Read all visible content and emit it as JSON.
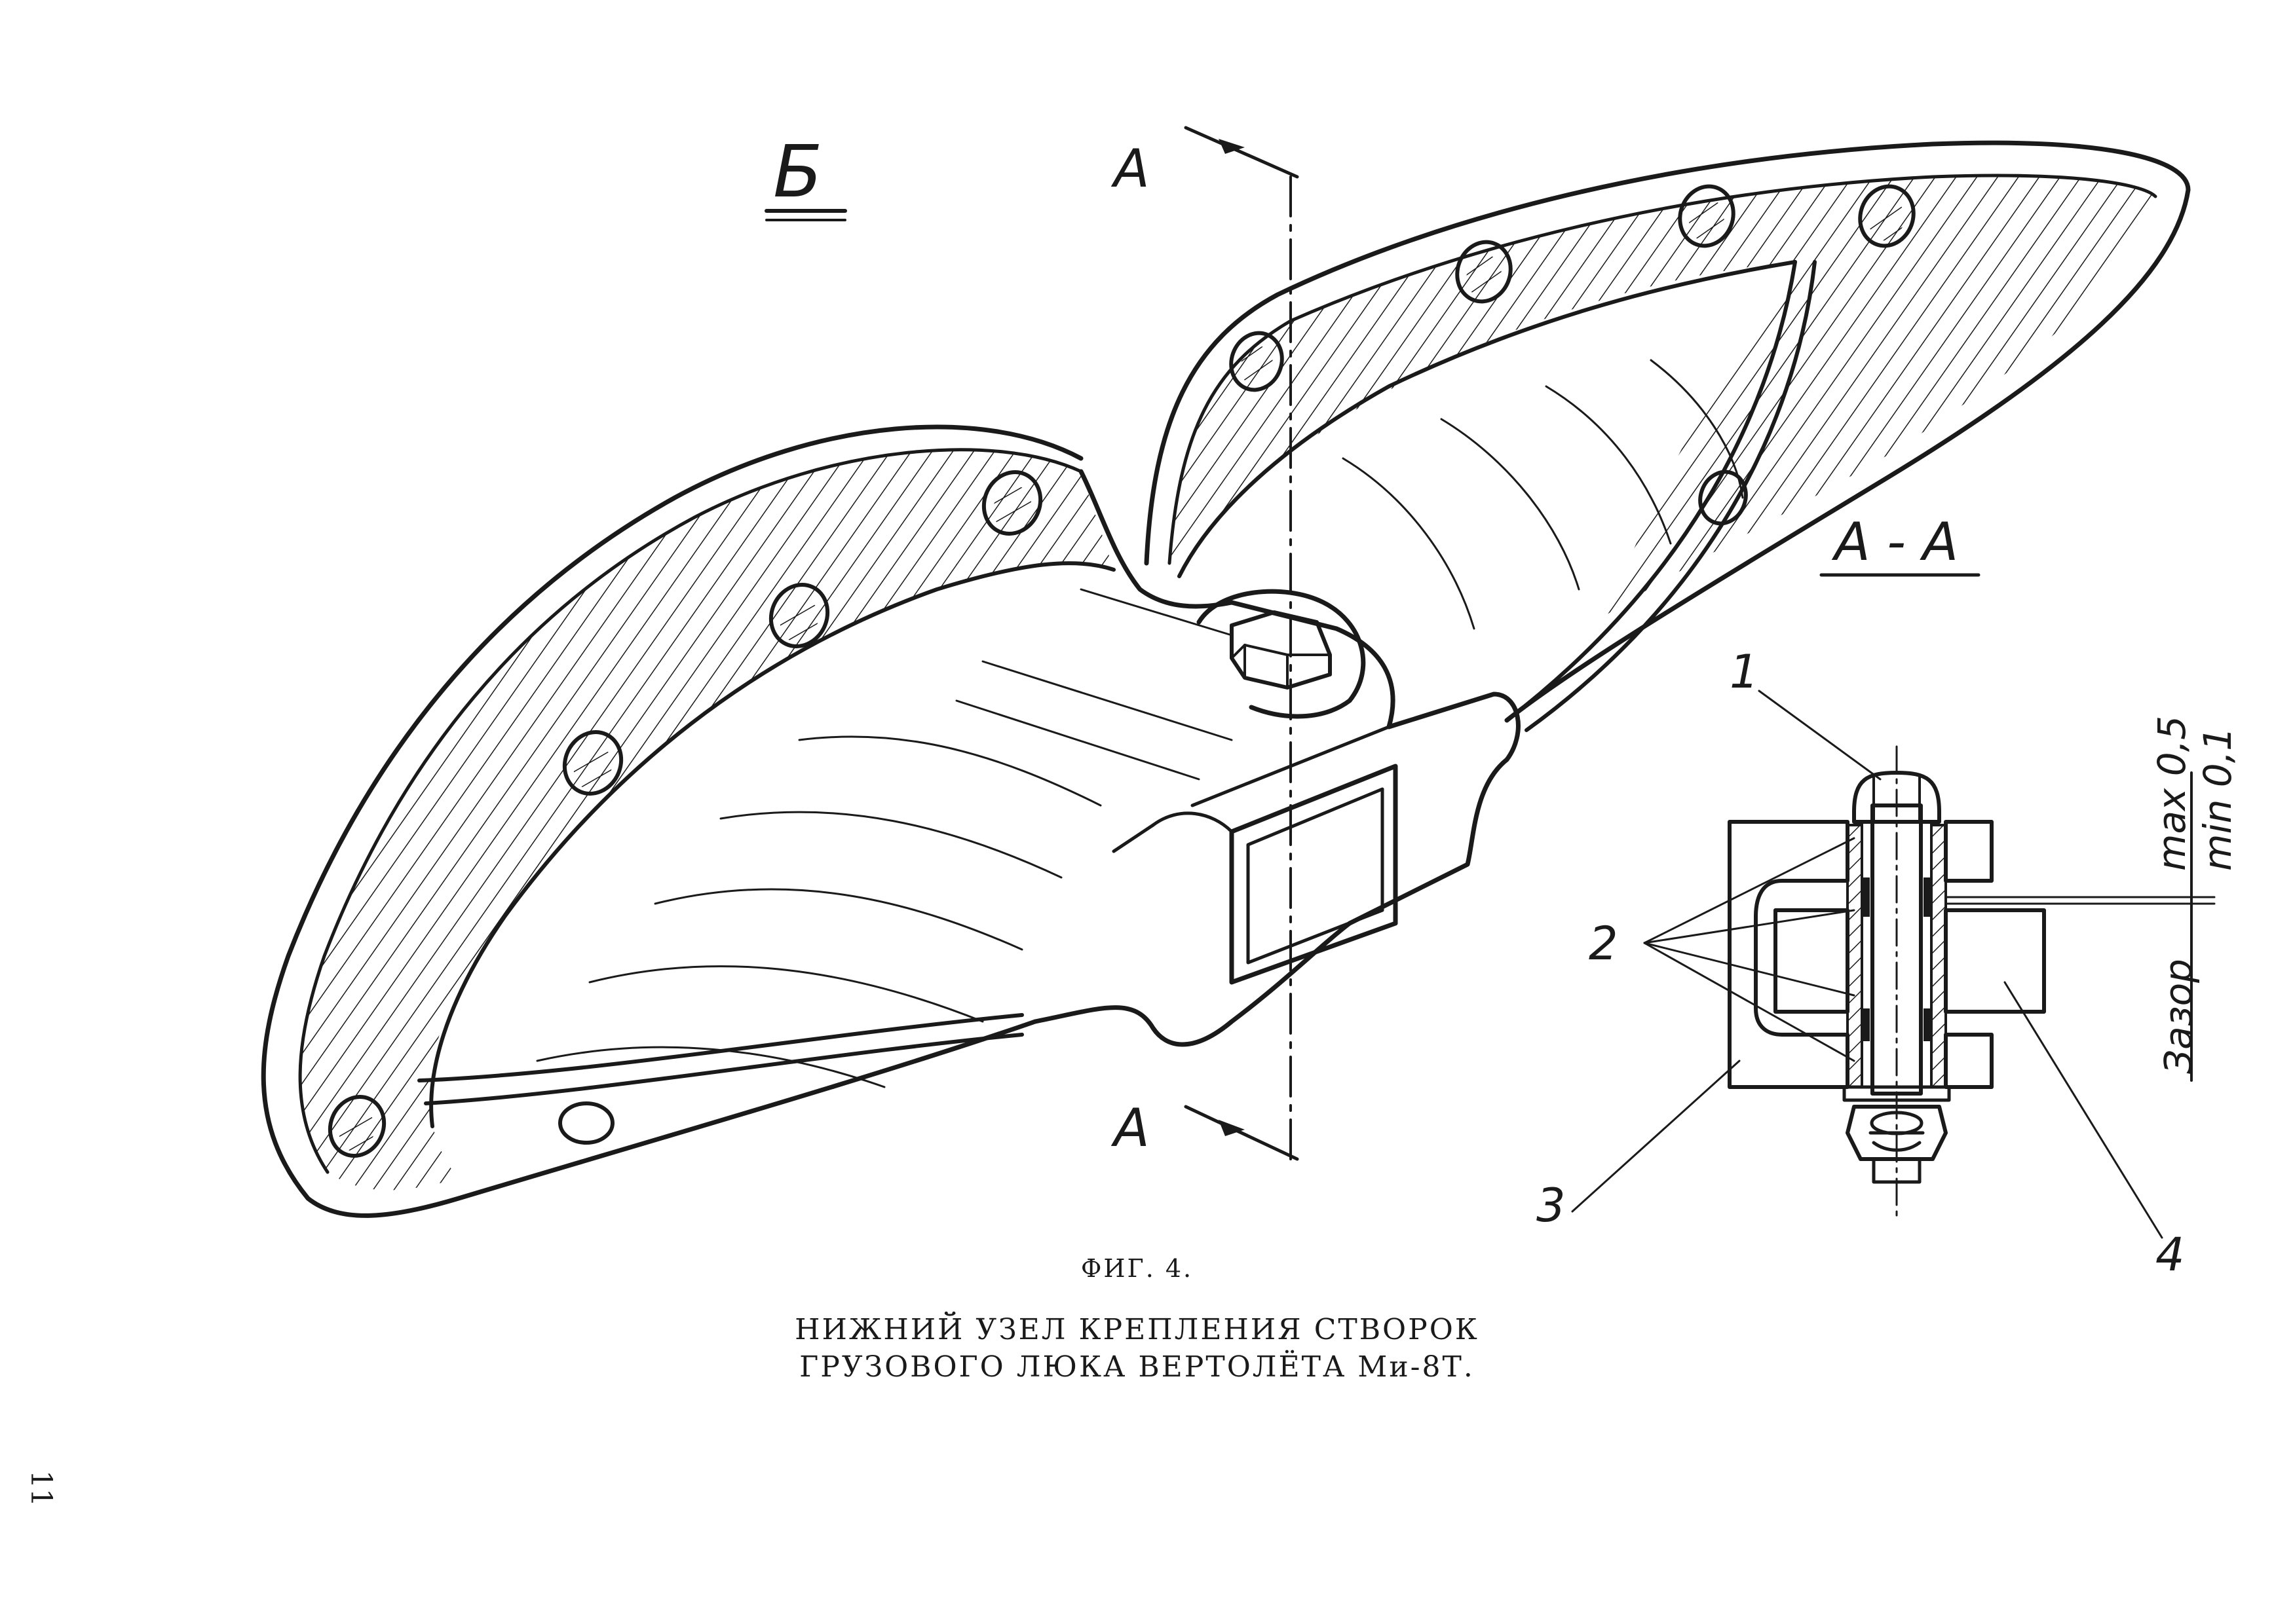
{
  "view_label": "Б",
  "section_mark": "А",
  "section_title": "А - А",
  "callouts": [
    "1",
    "2",
    "3",
    "4"
  ],
  "clearance": {
    "label": "Зазор",
    "max": "max 0,5",
    "min": "min 0,1"
  },
  "figure": {
    "label": "ФИГ. 4.",
    "title_line1": "НИЖНИЙ УЗЕЛ КРЕПЛЕНИЯ СТВОРОК",
    "title_line2": "ГРУЗОВОГО ЛЮКА ВЕРТОЛЁТА Ми-8Т."
  },
  "page_number": "11"
}
